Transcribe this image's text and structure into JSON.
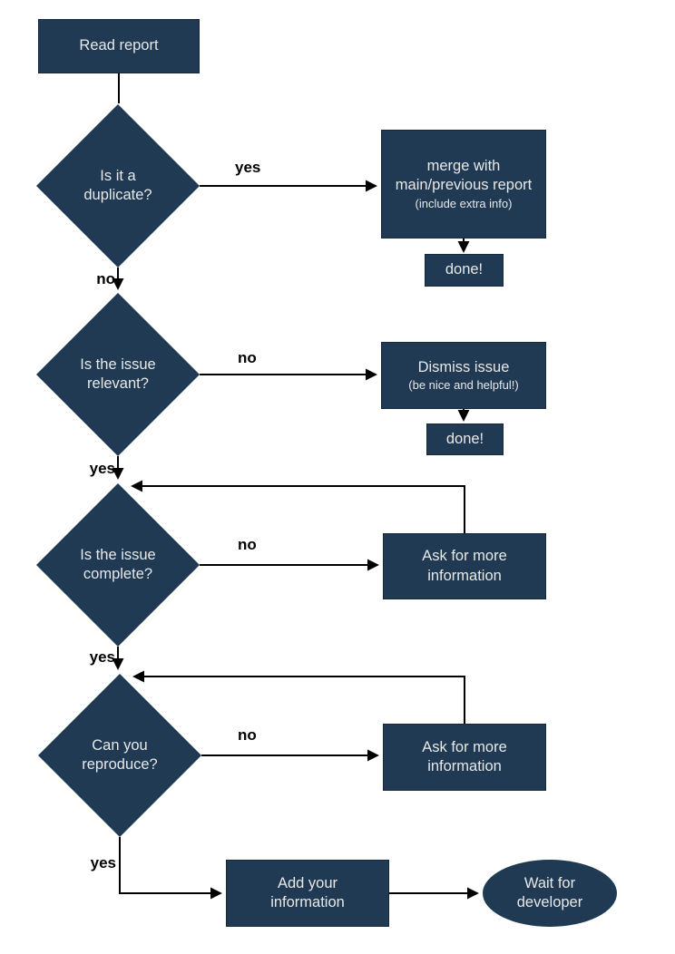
{
  "colors": {
    "canvas_bg": "#ffffff",
    "node_fill": "#1f3a52",
    "node_border": "#16283a",
    "node_text": "#e8e8e8",
    "edge_stroke": "#000000",
    "edge_label_text": "#000000"
  },
  "nodes": {
    "read_report": {
      "label": "Read report"
    },
    "duplicate": {
      "label": "Is it a duplicate?"
    },
    "merge": {
      "label": "merge with main/previous report",
      "sublabel": "(include extra info)"
    },
    "done1": {
      "label": "done!"
    },
    "relevant": {
      "label": "Is the issue relevant?"
    },
    "dismiss": {
      "label": "Dismiss issue",
      "sublabel": "(be nice and helpful!)"
    },
    "done2": {
      "label": "done!"
    },
    "complete": {
      "label": "Is the issue complete?"
    },
    "ask_more_1": {
      "label": "Ask for more information"
    },
    "reproduce": {
      "label": "Can you reproduce?"
    },
    "ask_more_2": {
      "label": "Ask for more information"
    },
    "add_info": {
      "label": "Add your information"
    },
    "wait": {
      "label": "Wait for developer"
    }
  },
  "edge_labels": {
    "duplicate_yes": "yes",
    "duplicate_no": "no",
    "relevant_no": "no",
    "relevant_yes": "yes",
    "complete_no": "no",
    "complete_yes": "yes",
    "reproduce_no": "no",
    "reproduce_yes": "yes"
  }
}
